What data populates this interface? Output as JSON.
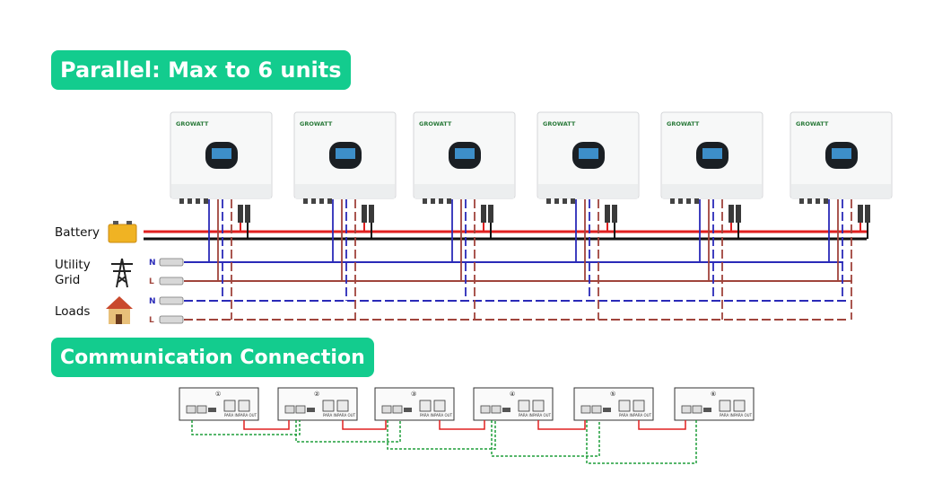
{
  "header": {
    "title": "Parallel: Max to 6 units"
  },
  "section": {
    "communication_title": "Communication Connection"
  },
  "labels": {
    "battery": "Battery",
    "utility_grid": "Utility\nGrid",
    "loads": "Loads",
    "neutral": "N",
    "line": "L"
  },
  "inverter": {
    "brand": "GROWATT"
  },
  "comm_modules": {
    "numbers": [
      "①",
      "②",
      "③",
      "④",
      "⑤",
      "⑥"
    ],
    "port_in": "PARA IN",
    "port_out": "PARA OUT"
  },
  "colors": {
    "accent": "#13cc8e",
    "battery_positive": "#e02020",
    "battery_negative": "#111111",
    "neutral_wire": "#2a2ab8",
    "line_wire": "#a0443c",
    "comm_red": "#e02020",
    "comm_green": "#1e9e3a"
  }
}
